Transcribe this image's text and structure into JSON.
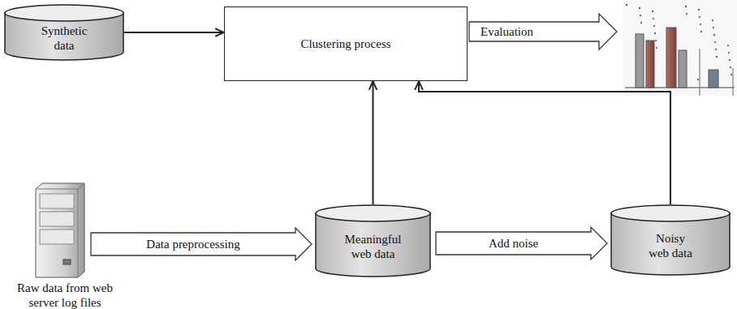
{
  "diagram": {
    "nodes": [
      {
        "text": [
          "Synthetic data"
        ]
      },
      {
        "text": [
          "Clustering process"
        ]
      },
      {
        "text": [
          "Raw data from web server log files"
        ]
      },
      {
        "text": [
          "Meaningful web data"
        ]
      },
      {
        "text": [
          "Noisy web data"
        ]
      }
    ],
    "edges": [
      {
        "from": 0,
        "to": 1,
        "arrow": "to"
      },
      {
        "from": 2,
        "to": 3,
        "label": "Data preprocessing",
        "arrow": "to"
      },
      {
        "from": 3,
        "to": 1,
        "arrow": "to"
      },
      {
        "from": 3,
        "to": 4,
        "label": "Add noise",
        "arrow": "to"
      },
      {
        "from": 4,
        "to": 1,
        "arrow": "to"
      }
    ],
    "labels": [
      "Evaluation"
    ]
  }
}
